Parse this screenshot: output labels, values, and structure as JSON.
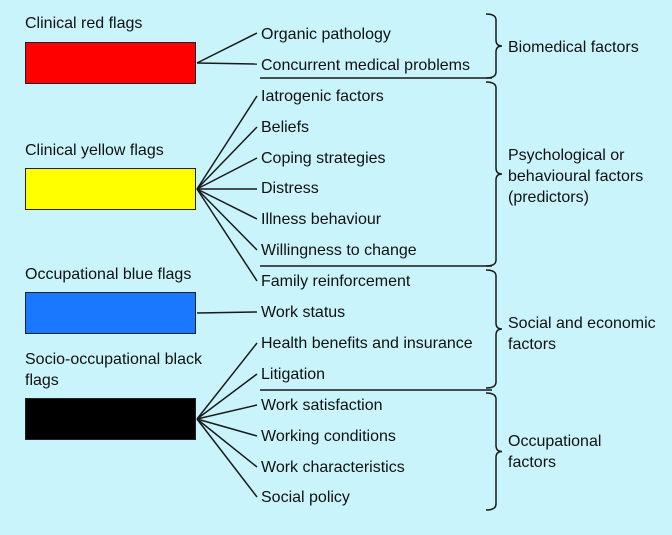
{
  "flags": [
    {
      "label": "Clinical red flags",
      "color": "#ff0000"
    },
    {
      "label": "Clinical yellow flags",
      "color": "#ffff00"
    },
    {
      "label": "Occupational blue flags",
      "color": "#1a78ff"
    },
    {
      "label": "Socio-occupational black flags",
      "color": "#000000"
    }
  ],
  "factors": [
    "Organic pathology",
    "Concurrent medical problems",
    "Iatrogenic factors",
    "Beliefs",
    "Coping strategies",
    "Distress",
    "Illness behaviour",
    "Willingness to change",
    "Family reinforcement",
    "Work status",
    "Health benefits and insurance",
    "Litigation",
    "Work satisfaction",
    "Working conditions",
    "Work characteristics",
    "Social policy"
  ],
  "groups": [
    "Biomedical factors",
    "Psychological or behavioural factors (predictors)",
    "Social and economic factors",
    "Occupational factors"
  ]
}
